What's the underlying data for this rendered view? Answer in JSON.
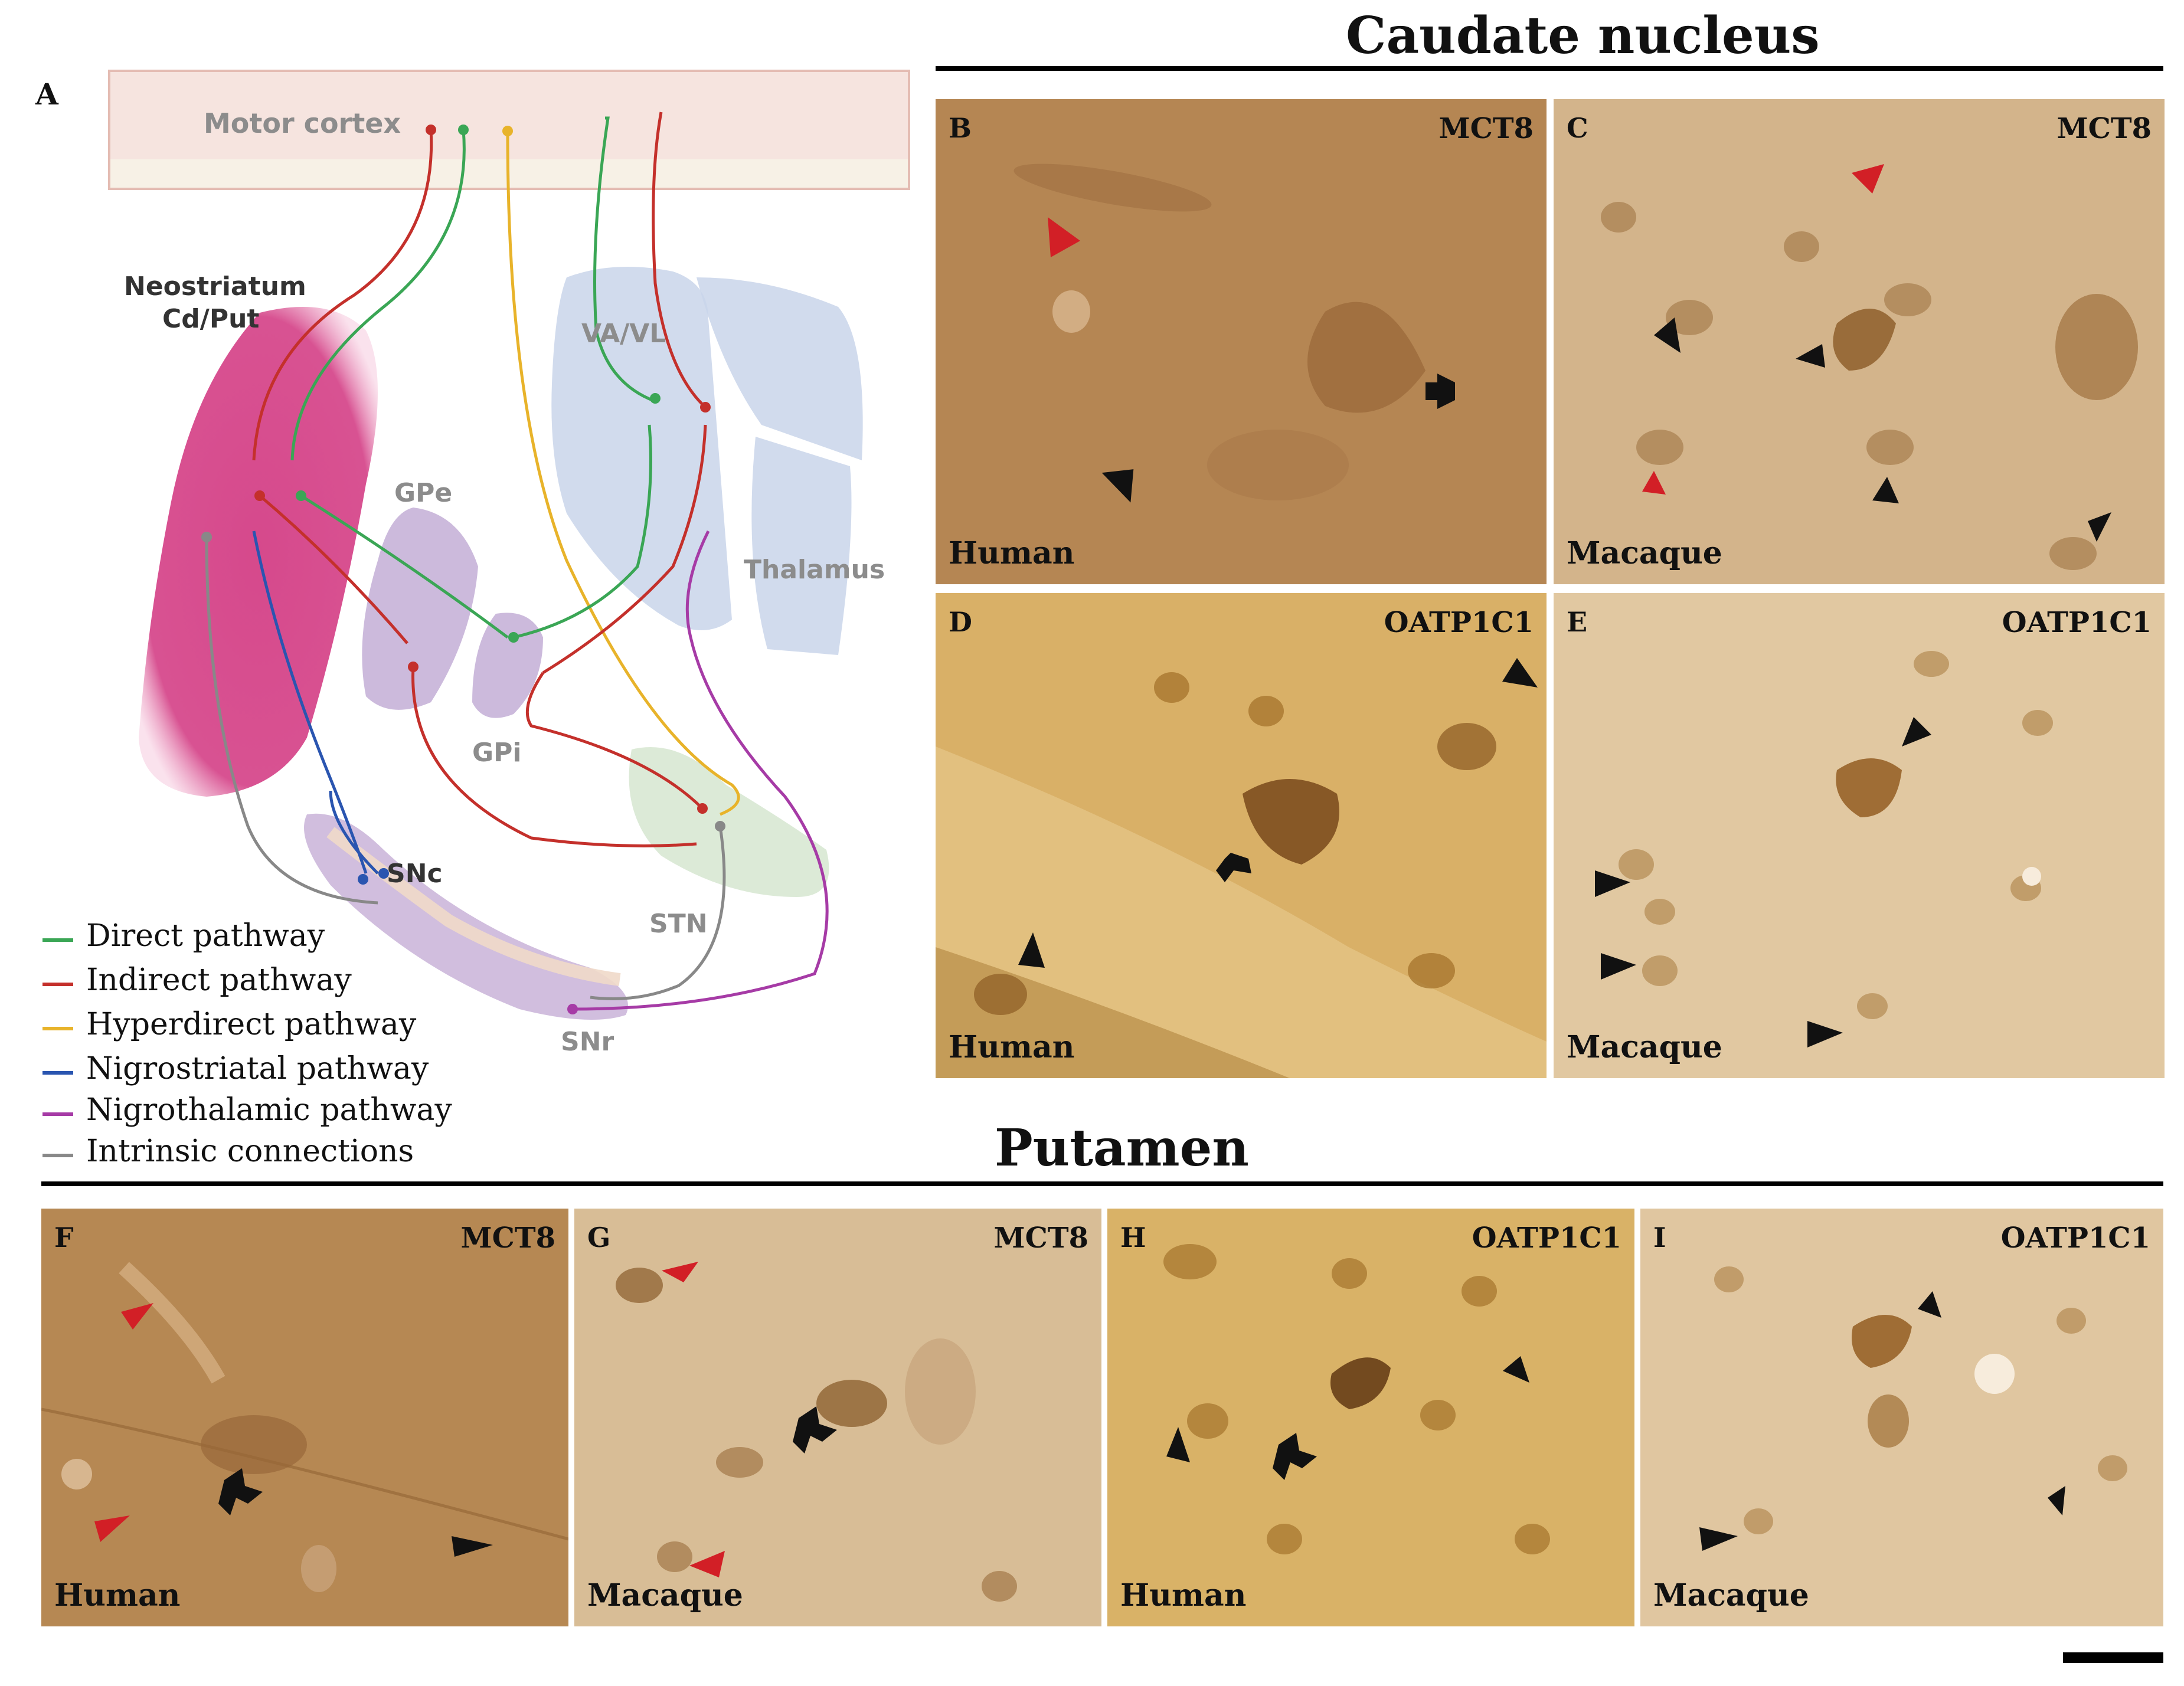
{
  "figure": {
    "panel_a_letter": "A",
    "diagram": {
      "motor_cortex": "Motor cortex",
      "neostriatum_line1": "Neostriatum",
      "neostriatum_line2": "Cd/Put",
      "gpe": "GPe",
      "gpi": "GPi",
      "vavl": "VA/VL",
      "thalamus": "Thalamus",
      "snc": "SNc",
      "stn": "STN",
      "snr": "SNr"
    },
    "legend": [
      {
        "label": "Direct pathway",
        "color": "#3aa655"
      },
      {
        "label": "Indirect pathway",
        "color": "#c4302b"
      },
      {
        "label": "Hyperdirect pathway",
        "color": "#e8b32a"
      },
      {
        "label": "Nigrostriatal pathway",
        "color": "#2a55b0"
      },
      {
        "label": "Nigrothalamic pathway",
        "color": "#a63ba6"
      },
      {
        "label": "Intrinsic connections",
        "color": "#888888"
      }
    ],
    "caudate": {
      "title": "Caudate nucleus",
      "panels": [
        {
          "letter": "B",
          "marker": "MCT8",
          "species": "Human"
        },
        {
          "letter": "C",
          "marker": "MCT8",
          "species": "Macaque"
        },
        {
          "letter": "D",
          "marker": "OATP1C1",
          "species": "Human"
        },
        {
          "letter": "E",
          "marker": "OATP1C1",
          "species": "Macaque"
        }
      ]
    },
    "putamen": {
      "title": "Putamen",
      "panels": [
        {
          "letter": "F",
          "marker": "MCT8",
          "species": "Human"
        },
        {
          "letter": "G",
          "marker": "MCT8",
          "species": "Macaque"
        },
        {
          "letter": "H",
          "marker": "OATP1C1",
          "species": "Human"
        },
        {
          "letter": "I",
          "marker": "OATP1C1",
          "species": "Macaque"
        }
      ]
    },
    "colors": {
      "arrow_black": "#111111",
      "arrow_red": "#d21f26",
      "striatum_pink": "#d6498c",
      "thalamus_blue": "#c9d5ea",
      "gp_purple": "#c6b3d8",
      "stn_green": "#d8e8d3"
    }
  }
}
